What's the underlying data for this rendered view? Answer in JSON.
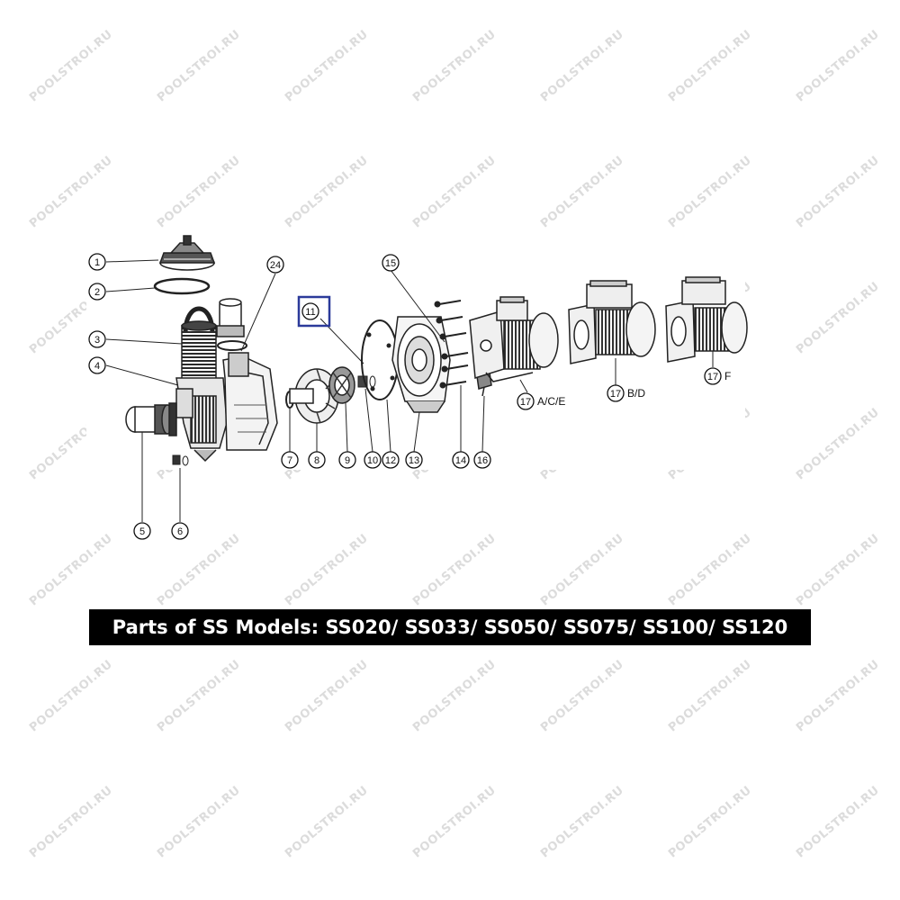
{
  "watermark": "POOLSTROI.RU",
  "caption": "Parts of SS Models: SS020/ SS033/ SS050/ SS075/ SS100/ SS120",
  "highlight_color": "#2b3a9a",
  "parts": [
    {
      "num": "1",
      "suffix": ""
    },
    {
      "num": "2",
      "suffix": ""
    },
    {
      "num": "3",
      "suffix": ""
    },
    {
      "num": "4",
      "suffix": ""
    },
    {
      "num": "5",
      "suffix": ""
    },
    {
      "num": "6",
      "suffix": ""
    },
    {
      "num": "7",
      "suffix": ""
    },
    {
      "num": "8",
      "suffix": ""
    },
    {
      "num": "9",
      "suffix": ""
    },
    {
      "num": "10",
      "suffix": ""
    },
    {
      "num": "11",
      "suffix": "",
      "highlighted": true
    },
    {
      "num": "12",
      "suffix": ""
    },
    {
      "num": "13",
      "suffix": ""
    },
    {
      "num": "14",
      "suffix": ""
    },
    {
      "num": "15",
      "suffix": ""
    },
    {
      "num": "16",
      "suffix": ""
    },
    {
      "num": "17",
      "suffix": "A/C/E"
    },
    {
      "num": "17",
      "suffix": "B/D"
    },
    {
      "num": "17",
      "suffix": "F"
    },
    {
      "num": "24",
      "suffix": ""
    }
  ]
}
